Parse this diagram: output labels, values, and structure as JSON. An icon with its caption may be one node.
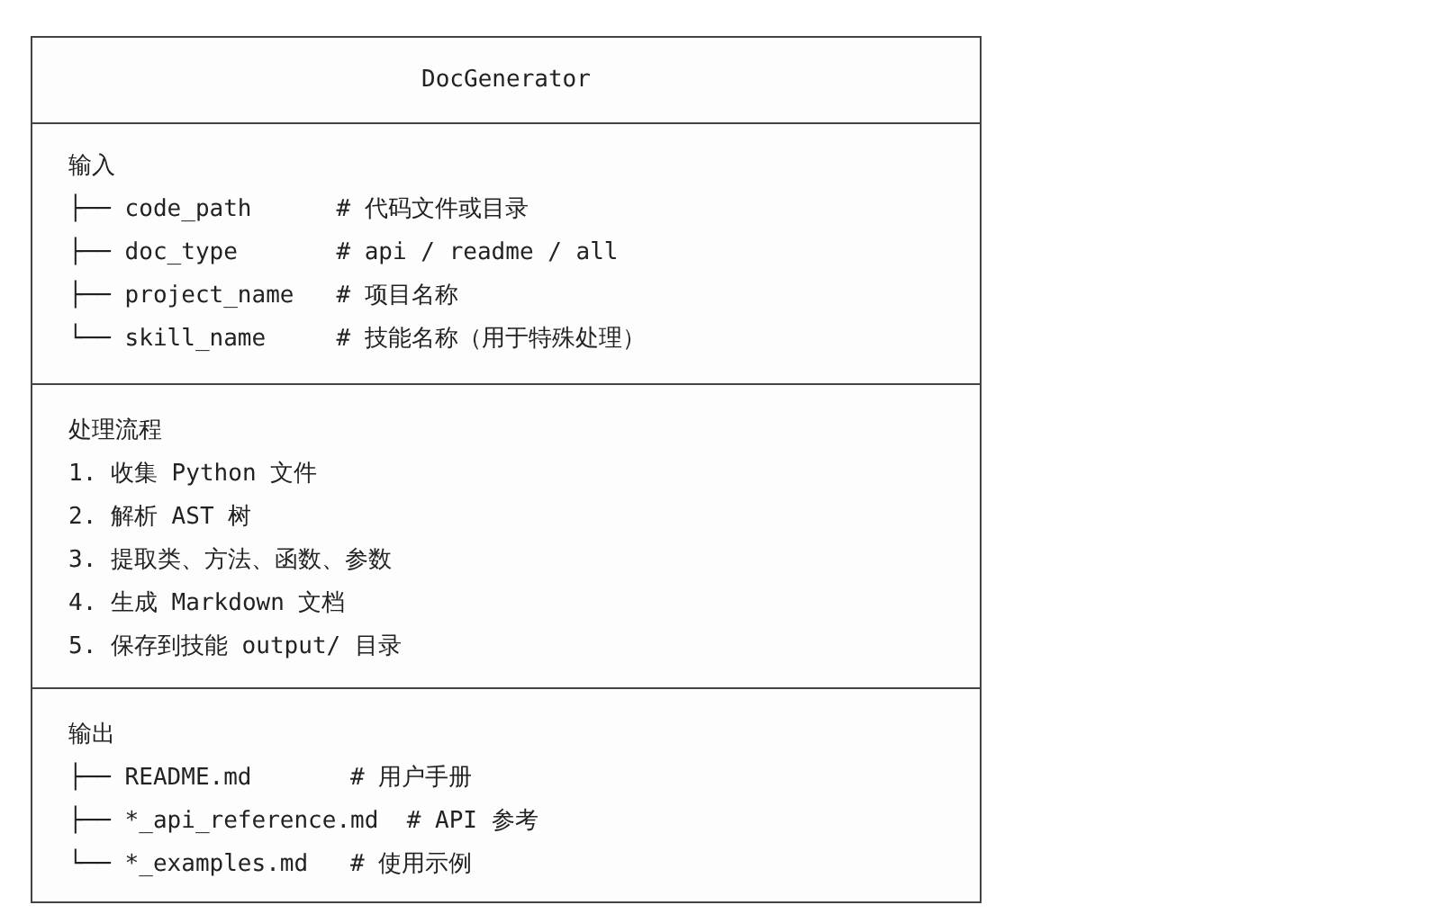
{
  "diagram": {
    "nodes": [
      {
        "text": [
          "DocGenerator"
        ]
      },
      {
        "text": [
          "输入",
          "├── code_path      # 代码文件或目录",
          "├── doc_type       # api / readme / all",
          "├── project_name   # 项目名称",
          "└── skill_name     # 技能名称（用于特殊处理）"
        ],
        "in": 0
      },
      {
        "text": [
          "处理流程",
          "1. 收集 Python 文件",
          "2. 解析 AST 树",
          "3. 提取类、方法、函数、参数",
          "4. 生成 Markdown 文档",
          "5. 保存到技能 output/ 目录"
        ],
        "in": 0
      },
      {
        "text": [
          "输出",
          "├── README.md       # 用户手册",
          "├── *_api_reference.md  # API 参考",
          "└── *_examples.md   # 使用示例"
        ],
        "in": 0
      }
    ]
  }
}
